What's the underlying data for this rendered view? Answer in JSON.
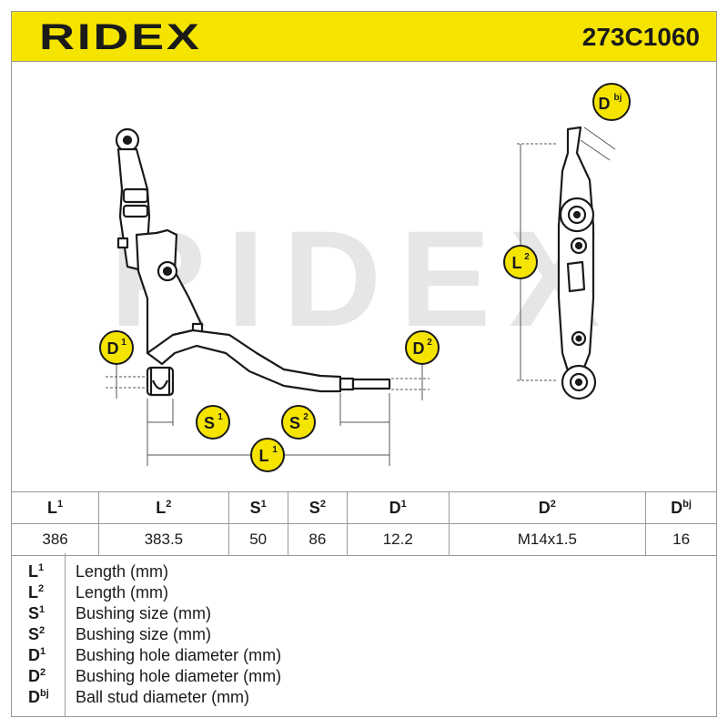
{
  "header": {
    "brand": "RIDEX",
    "part_number": "273C1060"
  },
  "drawing": {
    "watermark": "RIDEX",
    "labels": {
      "L1": "L",
      "L1_sup": "1",
      "L2": "L",
      "L2_sup": "2",
      "S1": "S",
      "S1_sup": "1",
      "S2": "S",
      "S2_sup": "2",
      "D1": "D",
      "D1_sup": "1",
      "D2": "D",
      "D2_sup": "2",
      "Dbj": "D",
      "Dbj_sup": "bj"
    },
    "badge_color": "#f5e400"
  },
  "spec_table": {
    "headers": [
      {
        "sym": "L",
        "sup": "1"
      },
      {
        "sym": "L",
        "sup": "2"
      },
      {
        "sym": "S",
        "sup": "1"
      },
      {
        "sym": "S",
        "sup": "2"
      },
      {
        "sym": "D",
        "sup": "1"
      },
      {
        "sym": "D",
        "sup": "2"
      },
      {
        "sym": "D",
        "sup": "bj"
      }
    ],
    "values": [
      "386",
      "383.5",
      "50",
      "86",
      "12.2",
      "M14x1.5",
      "16"
    ]
  },
  "legend": [
    {
      "sym": "L",
      "sup": "1",
      "text": "Length (mm)"
    },
    {
      "sym": "L",
      "sup": "2",
      "text": "Length (mm)"
    },
    {
      "sym": "S",
      "sup": "1",
      "text": "Bushing size (mm)"
    },
    {
      "sym": "S",
      "sup": "2",
      "text": "Bushing size (mm)"
    },
    {
      "sym": "D",
      "sup": "1",
      "text": "Bushing hole diameter (mm)"
    },
    {
      "sym": "D",
      "sup": "2",
      "text": "Bushing hole diameter (mm)"
    },
    {
      "sym": "D",
      "sup": "bj",
      "text": "Ball stud diameter (mm)"
    }
  ]
}
